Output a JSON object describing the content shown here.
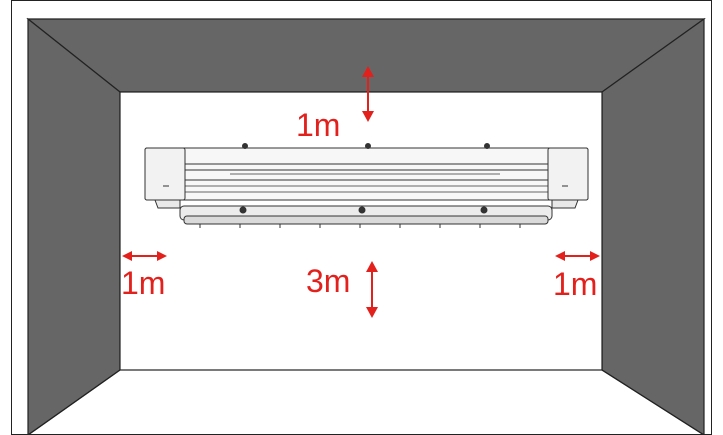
{
  "colors": {
    "wall": "#666666",
    "outline": "#222222",
    "floor_area": "#ffffff",
    "arrow": "#e2201c",
    "machine_fill": "#f7f7f7",
    "machine_line": "#333333"
  },
  "labels": {
    "top_clearance": "1m",
    "front_clearance": "3m",
    "left_clearance": "1m",
    "right_clearance": "1m"
  },
  "illustration": {
    "subject": "large-format-printer-top-view",
    "room": "walled-room-perspective"
  }
}
